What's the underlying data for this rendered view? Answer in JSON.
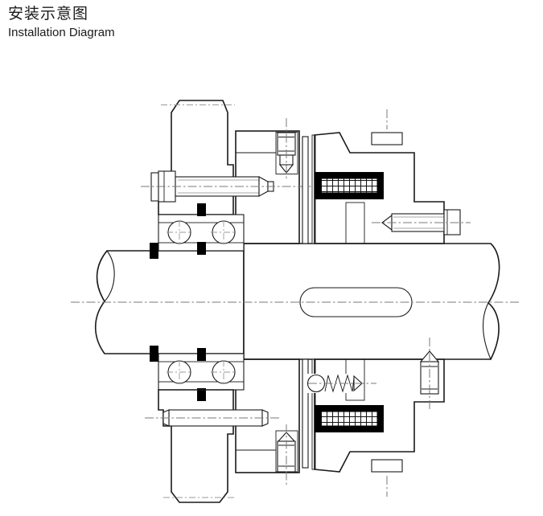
{
  "header": {
    "title_zh": "安装示意图",
    "title_en": "Installation Diagram"
  },
  "drawing": {
    "kind": "electromagnetic-clutch-installation-cross-section",
    "colors": {
      "line": "#1a1a1a",
      "centerline": "#7a7a7a",
      "hatch_light": "#949494",
      "hatch_dark": "#4a4a4a",
      "coil_fill": "#000000",
      "background": "#ffffff"
    }
  }
}
